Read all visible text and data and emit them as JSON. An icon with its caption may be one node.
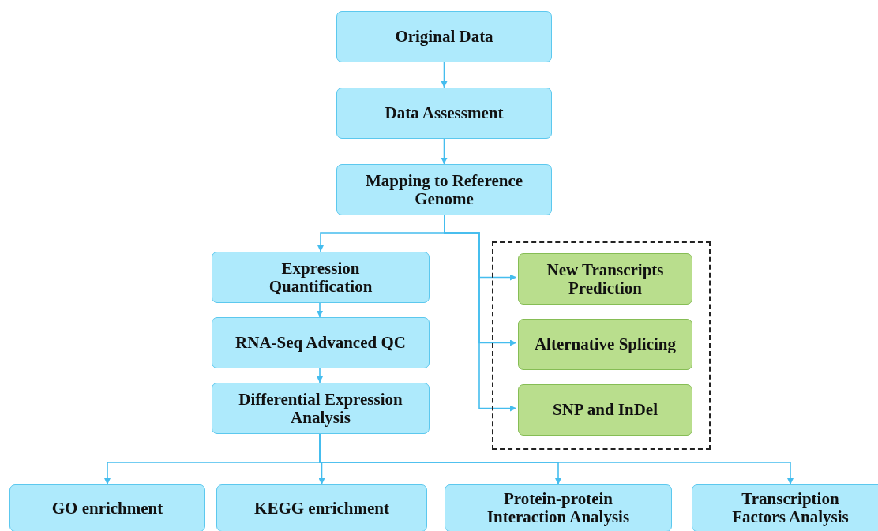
{
  "diagram": {
    "nodes": [
      {
        "text": [
          "Original Data"
        ]
      },
      {
        "text": [
          "Data Assessment"
        ]
      },
      {
        "text": [
          "Mapping to Reference Genome"
        ]
      },
      {
        "text": [],
        "shape": "box"
      },
      {
        "text": [
          "Expression Quantification"
        ]
      },
      {
        "text": [
          "RNA-Seq Advanced QC"
        ]
      },
      {
        "text": [
          "Differential Expression Analysis"
        ]
      },
      {
        "text": [
          "New Transcripts Prediction"
        ],
        "in": 3
      },
      {
        "text": [
          "Alternative Splicing"
        ],
        "in": 3
      },
      {
        "text": [
          "SNP and InDel"
        ],
        "in": 3
      },
      {
        "text": [
          "GO enrichment"
        ]
      },
      {
        "text": [
          "KEGG enrichment"
        ]
      },
      {
        "text": [
          "Protein-protein Interaction Analysis"
        ]
      },
      {
        "text": [
          "Transcription Factors Analysis"
        ]
      }
    ],
    "edges": [
      {
        "from": 0,
        "to": 1,
        "arrow": "to"
      },
      {
        "from": 1,
        "to": 2,
        "arrow": "to"
      },
      {
        "from": 2,
        "to": 4,
        "arrow": "to"
      },
      {
        "from": 2,
        "to": 7,
        "arrow": "to"
      },
      {
        "from": 2,
        "to": 8,
        "arrow": "to"
      },
      {
        "from": 2,
        "to": 9,
        "arrow": "to"
      },
      {
        "from": 4,
        "to": 5,
        "arrow": "to"
      },
      {
        "from": 5,
        "to": 6,
        "arrow": "to"
      },
      {
        "from": 6,
        "to": 10,
        "arrow": "to"
      },
      {
        "from": 6,
        "to": 11,
        "arrow": "to"
      },
      {
        "from": 6,
        "to": 12,
        "arrow": "to"
      },
      {
        "from": 6,
        "to": 13,
        "arrow": "to"
      }
    ]
  }
}
